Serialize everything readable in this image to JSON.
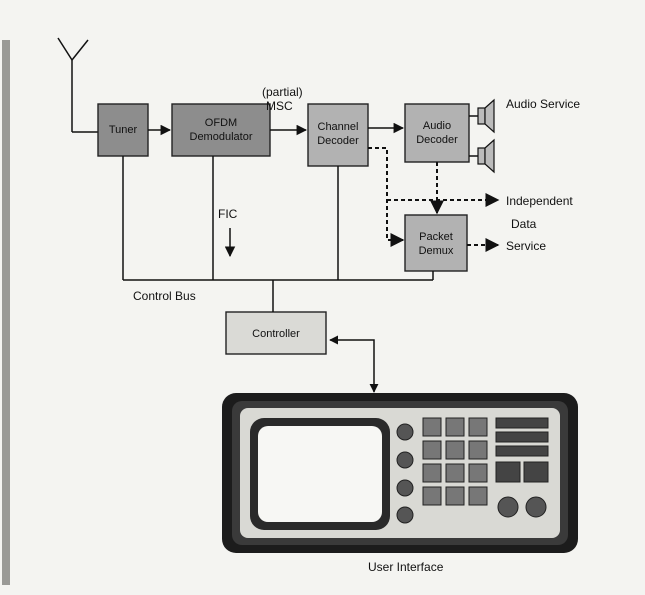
{
  "blocks": {
    "tuner": "Tuner",
    "ofdm_line1": "OFDM",
    "ofdm_line2": "Demodulator",
    "channel_line1": "Channel",
    "channel_line2": "Decoder",
    "audio_line1": "Audio",
    "audio_line2": "Decoder",
    "packet_line1": "Packet",
    "packet_line2": "Demux",
    "controller": "Controller"
  },
  "labels": {
    "partial": "(partial)",
    "msc": "MSC",
    "fic": "FIC",
    "audio_service": "Audio Service",
    "independent": "Independent",
    "data": "Data",
    "service": "Service",
    "control_bus": "Control Bus",
    "user_interface": "User Interface"
  },
  "colors": {
    "background": "#f4f4f1",
    "dark_block": "#8d8d8d",
    "light_block": "#dadad6",
    "ui_frame": "#1c1c1c",
    "ui_screen": "#f7f7f4"
  },
  "icons": [
    "antenna-icon",
    "speaker-icon",
    "user-interface-device"
  ]
}
